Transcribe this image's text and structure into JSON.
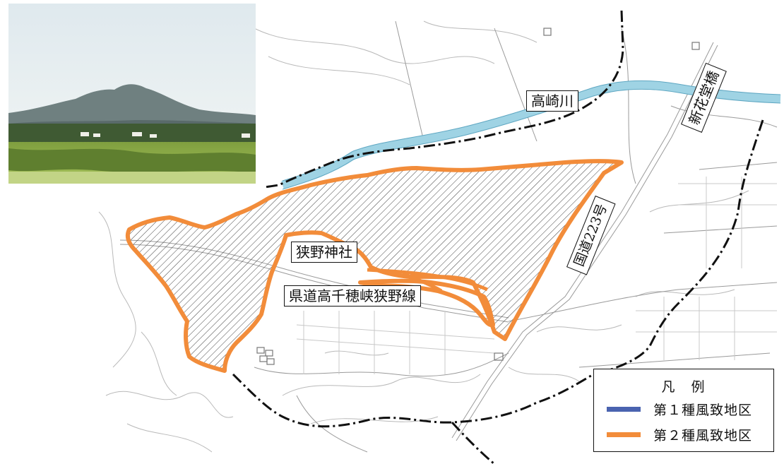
{
  "labels": {
    "river": "高崎川",
    "bridge": "新花堂橋",
    "national_route": "国道223号",
    "shrine": "狭野神社",
    "prefectural_road": "県道高千穂峡狭野線"
  },
  "legend": {
    "title": "凡　例",
    "items": [
      {
        "label": "第１種風致地区",
        "color": "#4a63b0"
      },
      {
        "label": "第２種風致地区",
        "color": "#f28c3a"
      }
    ]
  },
  "colors": {
    "river": "#9fd3e4",
    "zone_outline": "#f28c3a",
    "boundary_line": "#111111"
  }
}
